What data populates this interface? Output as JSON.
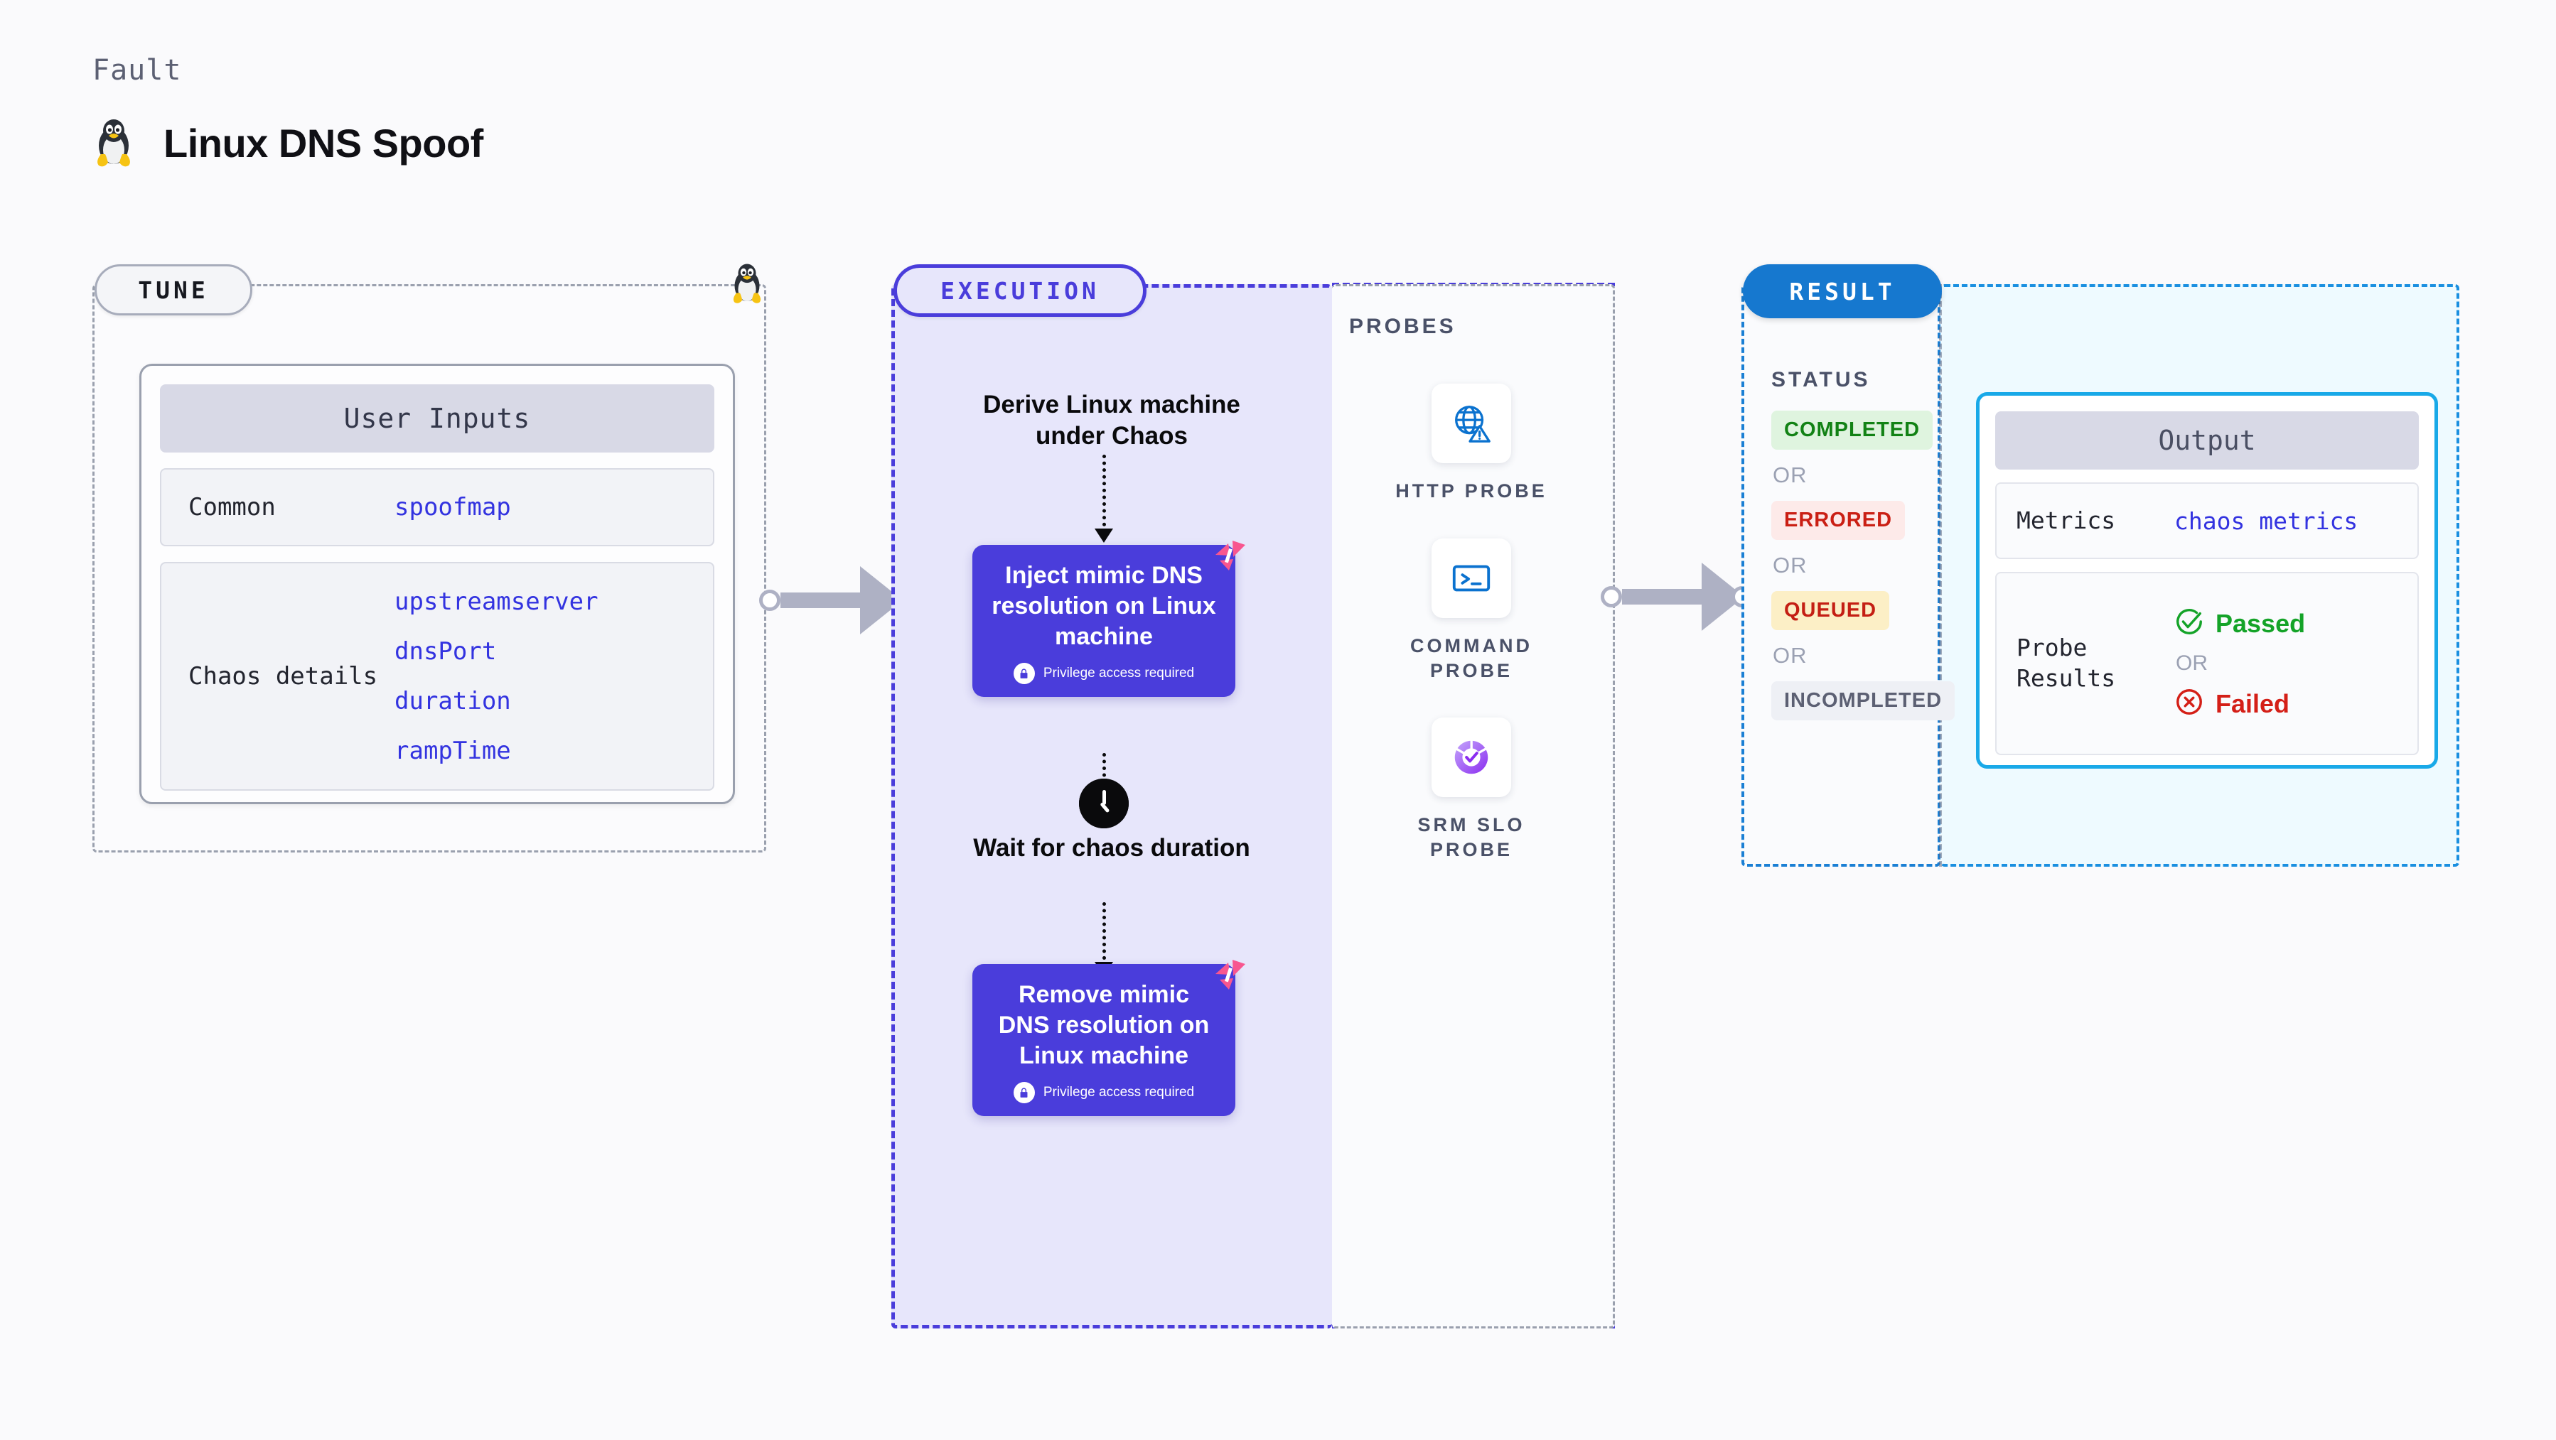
{
  "header": {
    "kicker": "Fault",
    "title": "Linux DNS Spoof",
    "icon": "linux-penguin-icon"
  },
  "tune": {
    "badge": "TUNE",
    "card_title": "User Inputs",
    "rows": [
      {
        "label": "Common",
        "values": [
          "spoofmap"
        ]
      },
      {
        "label": "Chaos details",
        "values": [
          "upstreamserver",
          "dnsPort",
          "duration",
          "rampTime"
        ]
      }
    ]
  },
  "execution": {
    "badge": "EXECUTION",
    "derive_step": "Derive Linux machine under Chaos",
    "wait_step": "Wait for chaos duration",
    "steps": [
      {
        "title": "Inject mimic DNS resolution on Linux machine",
        "note": "Privilege access required"
      },
      {
        "title": "Remove mimic DNS resolution on Linux machine",
        "note": "Privilege access required"
      }
    ]
  },
  "probes": {
    "title": "PROBES",
    "items": [
      {
        "label": "HTTP PROBE",
        "icon": "globe-warning-icon"
      },
      {
        "label": "COMMAND PROBE",
        "icon": "terminal-icon"
      },
      {
        "label": "SRM SLO PROBE",
        "icon": "slo-donut-check-icon"
      }
    ]
  },
  "result": {
    "badge": "RESULT",
    "status_title": "STATUS",
    "or_label": "OR",
    "statuses": [
      {
        "label": "COMPLETED",
        "style": "chip-completed"
      },
      {
        "label": "ERRORED",
        "style": "chip-errored"
      },
      {
        "label": "QUEUED",
        "style": "chip-queued"
      },
      {
        "label": "INCOMPLETED",
        "style": "chip-incompleted"
      }
    ]
  },
  "output": {
    "card_title": "Output",
    "metrics_label": "Metrics",
    "metrics_value": "chaos metrics",
    "probe_results_label": "Probe Results",
    "passed_label": "Passed",
    "failed_label": "Failed",
    "or_label": "OR"
  },
  "colors": {
    "purple": "#4a3ddb",
    "purple_panel_bg": "#e7e6fb",
    "result_blue": "#1678cf",
    "output_cyan": "#19a9e8",
    "pink_badge": "#f8568f",
    "code_blue": "#3333e0",
    "pass_green": "#14a328",
    "fail_red": "#d41f17",
    "gray_dash": "#9aa0ae"
  }
}
